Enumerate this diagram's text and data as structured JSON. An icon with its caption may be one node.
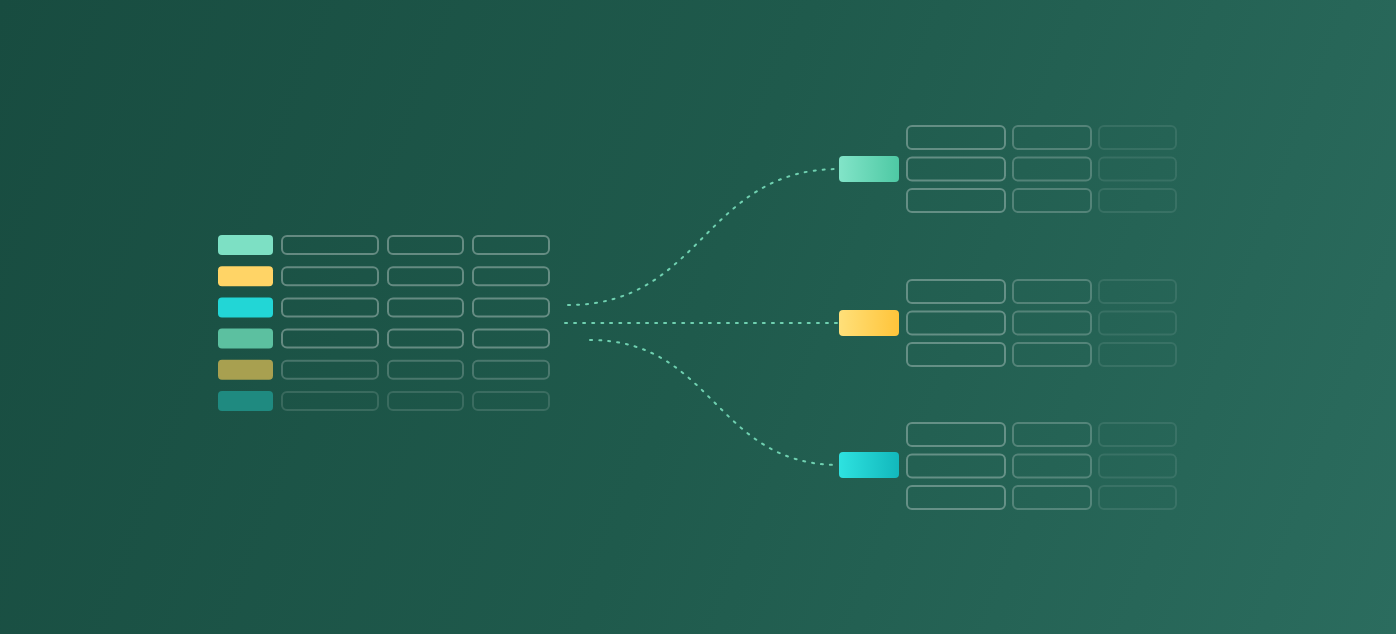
{
  "diagram": {
    "nodes": [
      {
        "text": [],
        "shape": "box"
      },
      {
        "text": [],
        "shape": "box"
      },
      {
        "text": [],
        "shape": "box"
      }
    ],
    "edges": [
      {
        "from": null,
        "to": 0,
        "arrow": "none",
        "style": "dashed"
      },
      {
        "from": null,
        "to": 1,
        "arrow": "none",
        "style": "dashed"
      },
      {
        "from": null,
        "to": 2,
        "arrow": "none",
        "style": "dashed"
      }
    ]
  }
}
